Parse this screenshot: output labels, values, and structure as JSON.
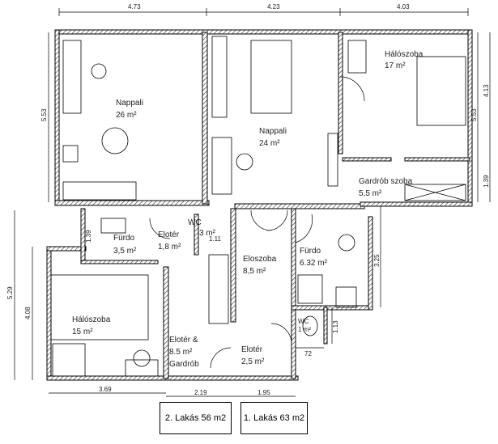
{
  "rooms": {
    "nappali1": {
      "name": "Nappali",
      "area": "26 m²"
    },
    "nappali2": {
      "name": "Nappali",
      "area": "24 m²"
    },
    "haloszoba1": {
      "name": "Hálószoba",
      "area": "17 m²"
    },
    "gardrob": {
      "name": "Gardrób szoba",
      "area": "5,5 m²"
    },
    "furdo1": {
      "name": "Fürdo",
      "area": "3,5 m²"
    },
    "eloter1": {
      "name": "Elotér",
      "area": "1,8 m²"
    },
    "wc1": {
      "name": "WC",
      "area": "3 m²"
    },
    "eloszoba": {
      "name": "Eloszoba",
      "area": "8,5 m²"
    },
    "furdo2": {
      "name": "Fürdo",
      "area": "6.32 m²"
    },
    "haloszoba2": {
      "name": "Hálószoba",
      "area": "15 m²"
    },
    "eloter_gardrob": {
      "name": "Elotér &",
      "area": "8.5 m²",
      "extra": "Gardrób"
    },
    "eloter2": {
      "name": "Elotér",
      "area": "2,5 m²"
    },
    "wc2": {
      "name": "WC",
      "area": "1 m²"
    }
  },
  "dimensions": {
    "top1": "4.73",
    "top2": "4.23",
    "top3": "4.03",
    "left_upper": "5.53",
    "right_upper": "5.53",
    "right_outer": "4.13",
    "right_gardrob": "1.39",
    "left_lower_outer": "5.29",
    "left_lower_inner": "4.08",
    "bottom1": "3.69",
    "bottom2": "2.19",
    "bottom3": "1.95",
    "furdo_height": "3.25",
    "wc_height": "1.13",
    "wc_width": "72",
    "furdo1_small": "1.39",
    "wc1_small": "1.11"
  },
  "apartments": [
    {
      "label": "2. Lakás 56 m2"
    },
    {
      "label": "1. Lakás 63 m2"
    }
  ]
}
